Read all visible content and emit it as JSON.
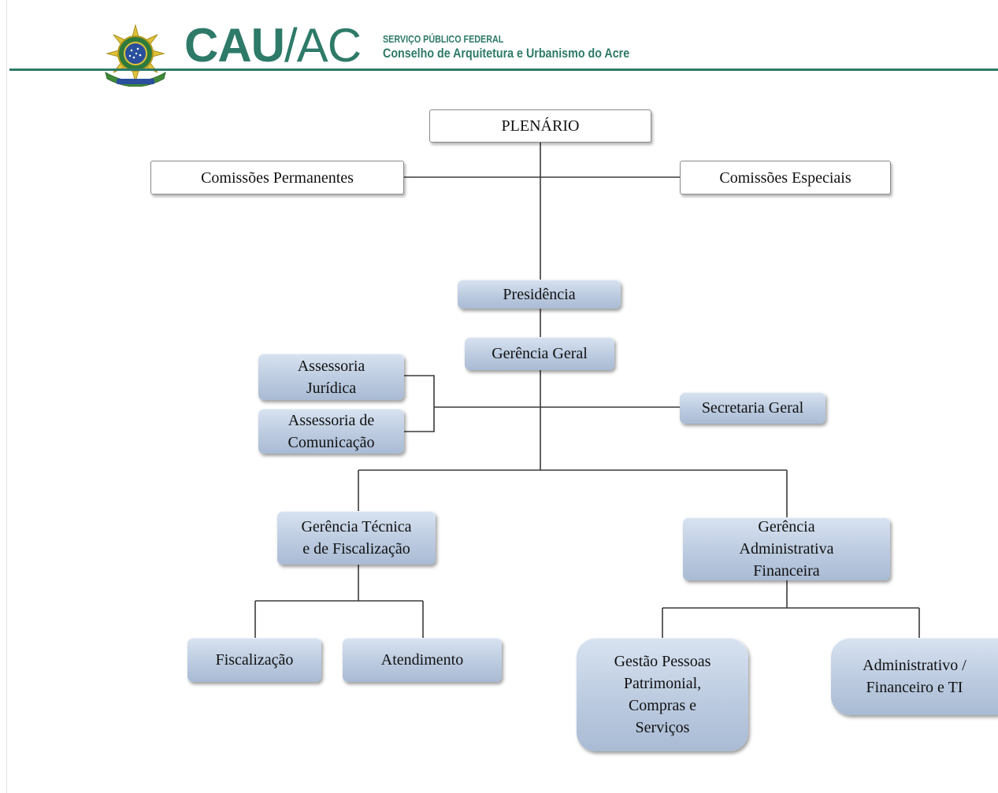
{
  "header": {
    "logo_main": "CAU",
    "logo_separator": "/",
    "logo_state": "AC",
    "agency_line1": "SERVIÇO PÚBLICO FEDERAL",
    "agency_line2": "Conselho de Arquitetura e Urbanismo do Acre"
  },
  "colors": {
    "brand_green": "#2e7a68",
    "box_fill_top": "#d8e3f1",
    "box_fill_bottom": "#a9bbd4",
    "connector": "#3a3a3a"
  },
  "icons": {
    "emblem": "brazil-coat-of-arms-icon"
  },
  "org_chart": {
    "plenario": "PLENÁRIO",
    "comissoes_permanentes": "Comissões  Permanentes",
    "comissoes_especiais": "Comissões  Especiais",
    "presidencia": "Presidência",
    "gerencia_geral": "Gerência  Geral",
    "assessoria_juridica": "Assessoria\nJurídica",
    "assessoria_comunicacao": "Assessoria  de\nComunicação",
    "secretaria_geral": "Secretaria  Geral",
    "gerencia_tecnica": "Gerência  Técnica\ne de Fiscalização",
    "gerencia_administrativa": "Gerência\nAdministrativa\nFinanceira",
    "fiscalizacao": "Fiscalização",
    "atendimento": "Atendimento",
    "gestao_pessoas": "Gestão Pessoas\nPatrimonial,\nCompras  e\nServiços",
    "administrativo_ti": "Administrativo  /\nFinanceiro  e TI"
  }
}
